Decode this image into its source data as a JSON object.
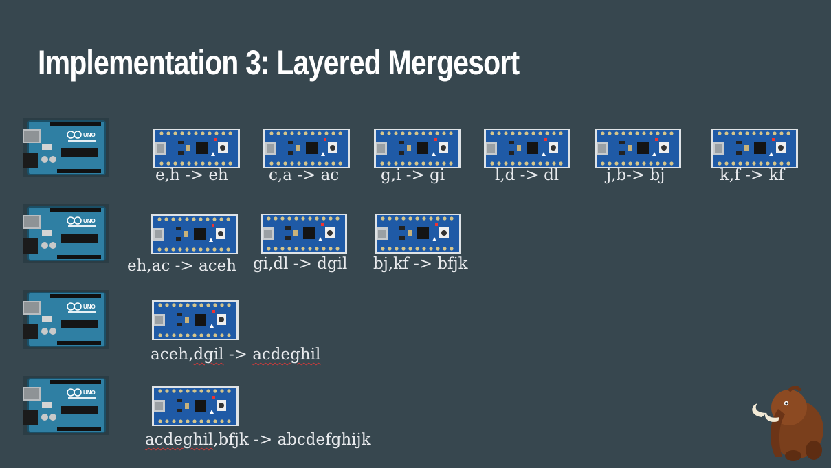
{
  "title": "Implementation 3: Layered Mergesort",
  "layers": [
    {
      "merges": [
        {
          "left": "e,h",
          "arrow": "->",
          "result": "eh"
        },
        {
          "left": "c,a",
          "arrow": "->",
          "result": "ac"
        },
        {
          "left": "g,i",
          "arrow": "->",
          "result": "gi"
        },
        {
          "left": "l,d",
          "arrow": "->",
          "result": "dl"
        },
        {
          "left": "j,b",
          "arrow": "->",
          "result": "bj"
        },
        {
          "left": "k,f",
          "arrow": "->",
          "result": "kf"
        }
      ]
    },
    {
      "merges": [
        {
          "left": "eh,ac",
          "arrow": "->",
          "result": "aceh"
        },
        {
          "left": "gi,dl",
          "arrow": "->",
          "result": "dgil"
        },
        {
          "left": "bj,kf",
          "arrow": "->",
          "result": "bfjk"
        }
      ]
    },
    {
      "merges": [
        {
          "left_a": "aceh,",
          "left_b": "dgil",
          "arrow": "->",
          "result": "acdeghil"
        }
      ]
    },
    {
      "merges": [
        {
          "left_a": "acdeghil",
          "left_b": ",bfjk",
          "arrow": "->",
          "result": "abcdefghijk"
        }
      ]
    }
  ],
  "icons": {
    "main_board": "arduino-uno-board",
    "worker_board": "pro-trinket-board",
    "mascot": "mammoth-mascot"
  },
  "colors": {
    "background": "#37474f",
    "title": "#ffffff",
    "label": "#e8eaed",
    "board_blue": "#1f5aa6",
    "uno_teal": "#2f7fa3"
  }
}
